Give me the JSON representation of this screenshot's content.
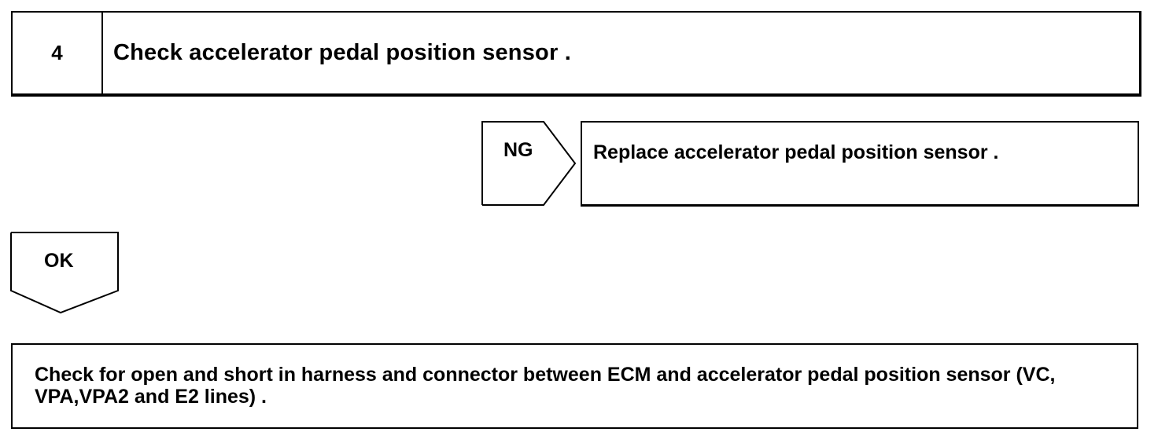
{
  "step": {
    "number": "4",
    "title": "Check accelerator pedal position sensor ."
  },
  "ng_branch": {
    "label": "NG",
    "action": "Replace accelerator pedal position sensor  ."
  },
  "ok_branch": {
    "label": "OK"
  },
  "next_step": {
    "text": "Check for open and short in harness and connector between ECM and accelerator pedal position sensor (VC, VPA,VPA2 and E2 lines) ."
  },
  "colors": {
    "line": "#000000",
    "background": "#ffffff"
  }
}
